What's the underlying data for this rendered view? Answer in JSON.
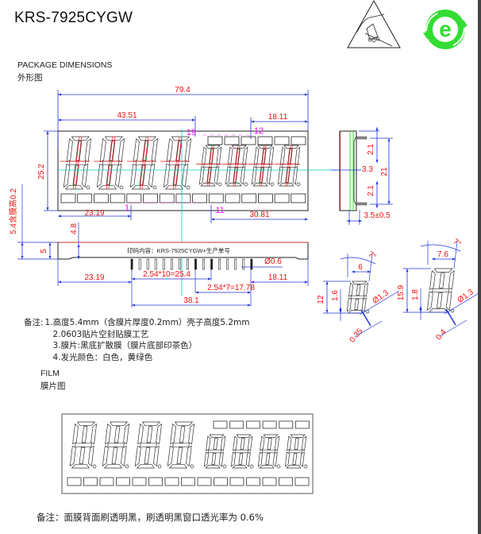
{
  "title": "KRS-7925CYGW",
  "icons": {
    "esd": "esd-warning-icon",
    "rohs": "eco-environmental-icon"
  },
  "colors": {
    "dimension_line": "#2233dd",
    "dimension_text": "#ee1111",
    "pin_label": "#ee11ee",
    "centerline": "#00cccc",
    "rohs_green": "#33dd33",
    "outline": "#222222"
  },
  "package": {
    "heading_en": "PACKAGE DIMENSIONS",
    "heading_cn": "外形图",
    "front": {
      "overall_width": "79.4",
      "left_to_pin19": "43.51",
      "right_to_pin12": "18.11",
      "height": "25.2",
      "left_to_pin1": "23.19",
      "pin11_to_right": "30.81",
      "pin_labels": {
        "p19": "19",
        "p12": "12",
        "p1": "1",
        "p11": "11"
      }
    },
    "side": {
      "d1": "2.1",
      "d2": "3.3",
      "d3": "21",
      "d4": "2.1",
      "lead": "3.5±0.5"
    },
    "bottom": {
      "total_height": "5.4含膜高0.2",
      "body": "4.8",
      "shell": "5",
      "print_text": "印码内容：KRS-7925CYGW+生产单号",
      "pin_diameter": "Ø0.6",
      "left_offset": "23.19",
      "pitch_a": "2.54*10=25.4",
      "pitch_b": "2.54*7=17.78",
      "right_offset": "18.11",
      "pin_span": "38.1"
    },
    "digit_small": {
      "angle": "7°",
      "width": "6",
      "height": "12",
      "seg": "1.6",
      "dp": "Ø1.3",
      "gap": "0.35"
    },
    "digit_large": {
      "angle": "7°",
      "width": "7.6",
      "height": "15.9",
      "seg": "1.8",
      "dp": "Ø1.3",
      "gap": "0.4"
    }
  },
  "notes": {
    "label": "备注:",
    "items": [
      "1.高度5.4mm（含膜片厚度0.2mm）壳子高度5.2mm",
      "2.0603贴片空封贴膜工艺",
      "3.膜片:黑底扩散膜（膜片底部印茶色）",
      "4.发光颜色：白色，黄绿色"
    ]
  },
  "film": {
    "heading_en": "FILM",
    "heading_cn": "膜片图"
  },
  "bottom_note": "备注：面膜背面刷透明黑，刷透明黑窗口透光率为 0.6%"
}
